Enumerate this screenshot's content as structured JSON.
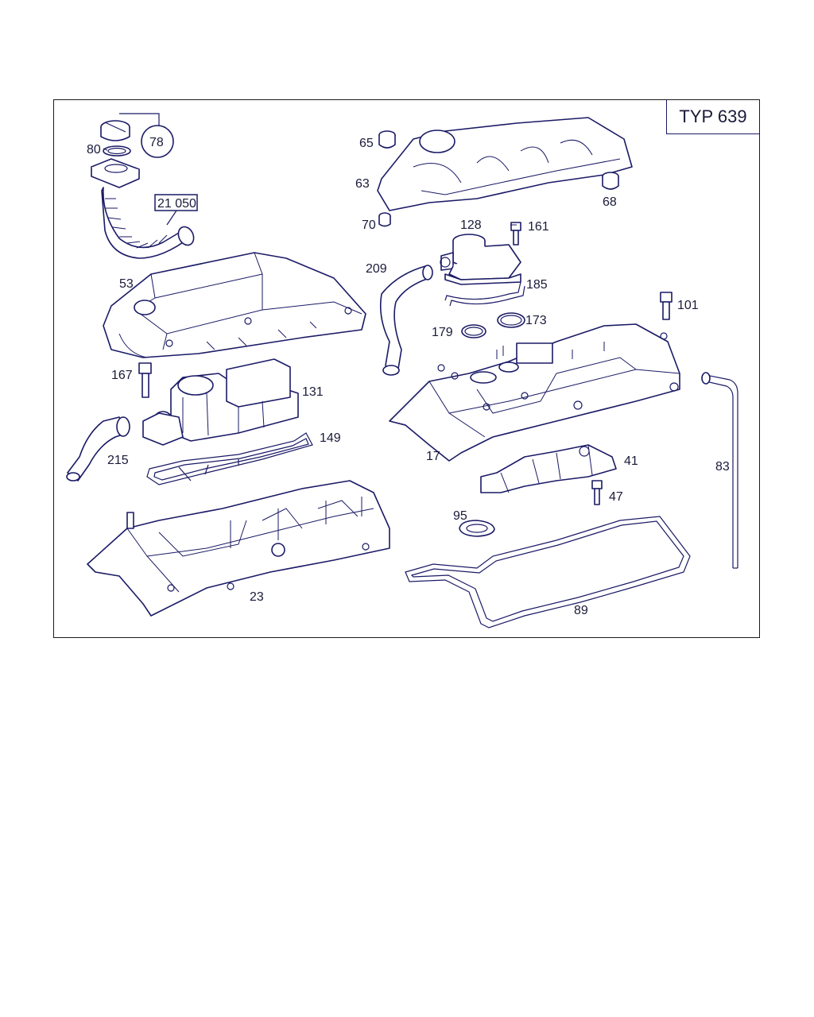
{
  "model_label": "TYP 639",
  "reference_box": "21 050",
  "circle_ref": "78",
  "callouts": {
    "c80": "80",
    "c65": "65",
    "c63": "63",
    "c68": "68",
    "c70": "70",
    "c128": "128",
    "c161": "161",
    "c209": "209",
    "c185": "185",
    "c53": "53",
    "c101": "101",
    "c179": "179",
    "c173": "173",
    "c167": "167",
    "c131": "131",
    "c149": "149",
    "c215": "215",
    "c17": "17",
    "c41": "41",
    "c83": "83",
    "c47": "47",
    "c95": "95",
    "c23": "23",
    "c89": "89"
  },
  "colors": {
    "line": "#1a1a66",
    "text": "#1a1a3a",
    "frame": "#1a1a1a"
  }
}
